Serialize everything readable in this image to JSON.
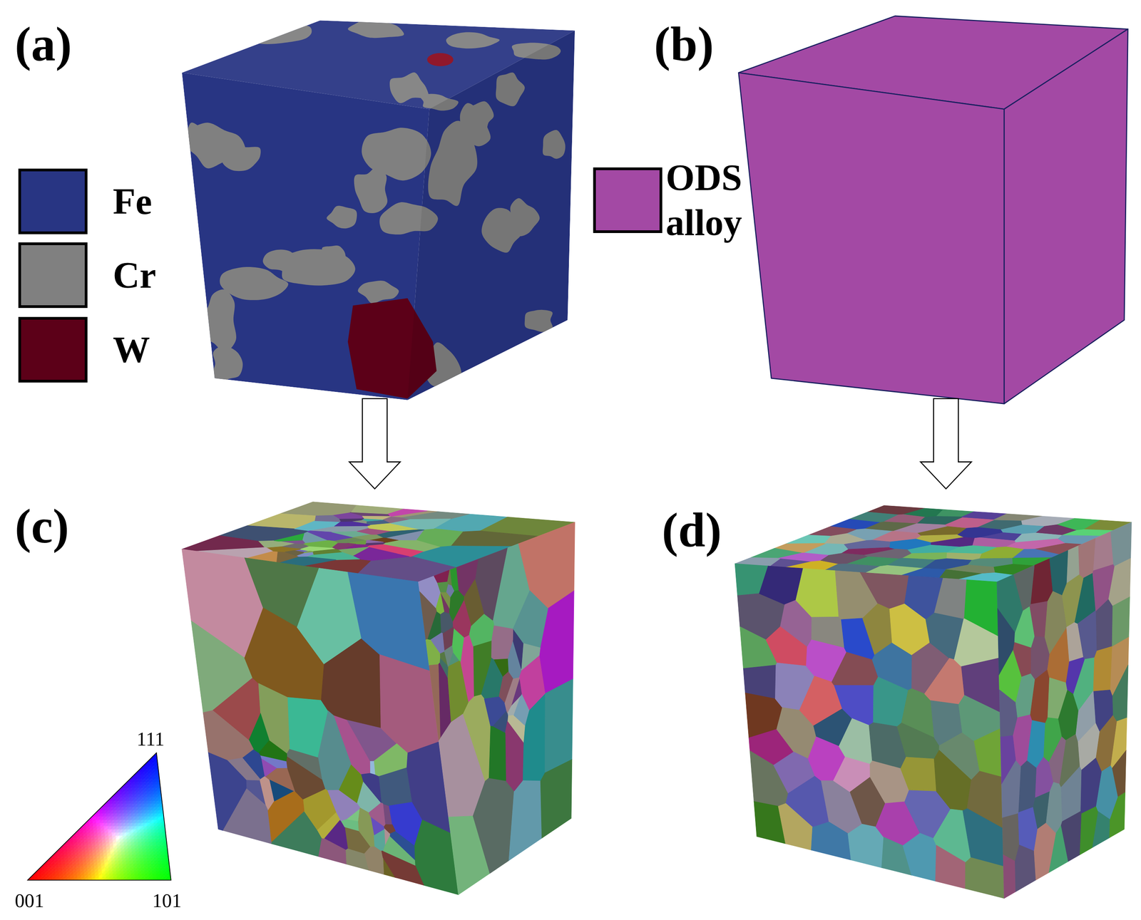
{
  "diagram": {
    "labels": [
      "(a)",
      "(b)",
      "(c)",
      "(d)",
      "111",
      "001",
      "101"
    ],
    "legend": [
      {
        "text": "Fe",
        "color": "#283583"
      },
      {
        "text": "Cr",
        "color": "#808080"
      },
      {
        "text": "W",
        "color": "#5c0018"
      },
      {
        "text": "ODS alloy",
        "color": "#a349a4"
      }
    ]
  }
}
